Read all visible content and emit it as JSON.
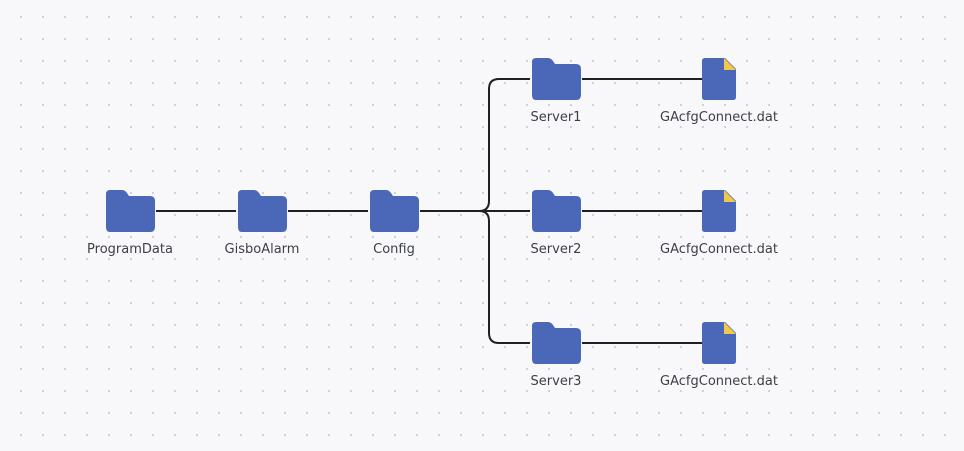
{
  "colors": {
    "folder": "#4a68b7",
    "file_body": "#4a68b7",
    "file_corner": "#f2c84b",
    "connector": "#1f2024",
    "background": "#f8f8fb"
  },
  "icons": {
    "folder": "folder-icon",
    "file": "file-icon"
  },
  "nodes": {
    "programdata": {
      "label": "ProgramData",
      "type": "folder"
    },
    "gisboalarm": {
      "label": "GisboAlarm",
      "type": "folder"
    },
    "config": {
      "label": "Config",
      "type": "folder"
    },
    "server1": {
      "label": "Server1",
      "type": "folder"
    },
    "server2": {
      "label": "Server2",
      "type": "folder"
    },
    "server3": {
      "label": "Server3",
      "type": "folder"
    },
    "file1": {
      "label": "GAcfgConnect.dat",
      "type": "file"
    },
    "file2": {
      "label": "GAcfgConnect.dat",
      "type": "file"
    },
    "file3": {
      "label": "GAcfgConnect.dat",
      "type": "file"
    }
  },
  "edges": [
    [
      "programdata",
      "gisboalarm"
    ],
    [
      "gisboalarm",
      "config"
    ],
    [
      "config",
      "server1"
    ],
    [
      "config",
      "server2"
    ],
    [
      "config",
      "server3"
    ],
    [
      "server1",
      "file1"
    ],
    [
      "server2",
      "file2"
    ],
    [
      "server3",
      "file3"
    ]
  ]
}
